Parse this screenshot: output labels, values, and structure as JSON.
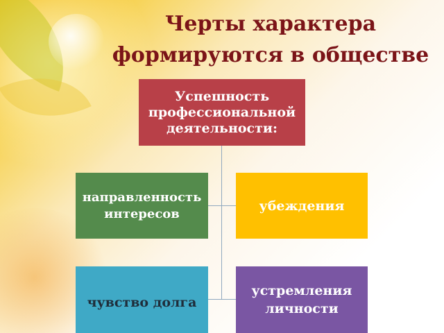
{
  "title": {
    "line1": "Черты характера",
    "line2": "формируются в обществе"
  },
  "diagram": {
    "root": {
      "label": "Успешность профессиональной деятельности:",
      "color": "#b84048"
    },
    "children": [
      {
        "label": "направленность интересов",
        "color": "#548b4c"
      },
      {
        "label": "убеждения",
        "color": "#ffc000"
      },
      {
        "label": "чувство долга",
        "color": "#3fa9c6"
      },
      {
        "label": "устремления личности",
        "color": "#7a56a3"
      }
    ],
    "connector_color": "#8fa8bf"
  },
  "colors": {
    "title": "#7b1418",
    "background_accent": "#f2b700"
  }
}
